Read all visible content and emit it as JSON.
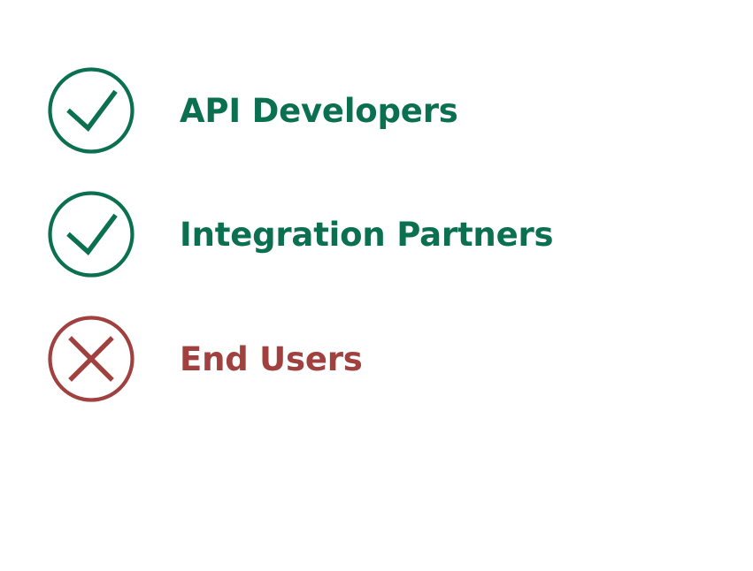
{
  "slide": {
    "background_color": "#ffffff",
    "accent_positive_color": "#0a7050",
    "accent_negative_color": "#a0413f"
  },
  "checklist": {
    "items": [
      {
        "label": "API Developers",
        "status": "included",
        "icon": "check-circle-icon",
        "color": "#0a7050"
      },
      {
        "label": "Integration Partners",
        "status": "included",
        "icon": "check-circle-icon",
        "color": "#0a7050"
      },
      {
        "label": "End Users",
        "status": "excluded",
        "icon": "x-circle-icon",
        "color": "#a0413f"
      }
    ]
  }
}
